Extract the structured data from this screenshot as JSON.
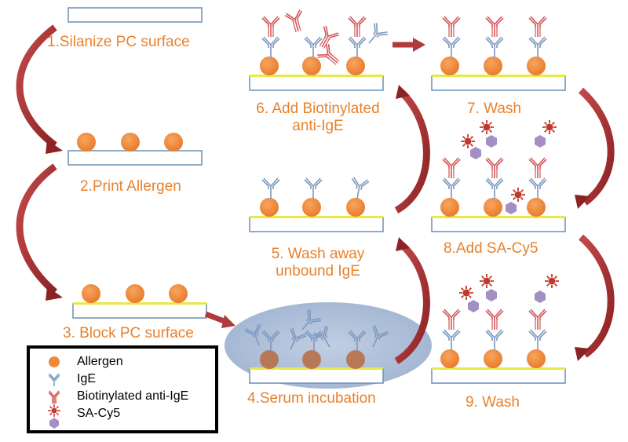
{
  "steps": {
    "s1": "1.Silanize PC surface",
    "s2": "2.Print Allergen",
    "s3": "3. Block PC surface",
    "s4": "4.Serum incubation",
    "s5_line1": "5. Wash away",
    "s5_line2": "unbound IgE",
    "s6_line1": "6. Add Biotinylated",
    "s6_line2": "anti-IgE",
    "s7": "7. Wash",
    "s8": "8.Add SA-Cy5",
    "s9": "9. Wash"
  },
  "legend": {
    "allergen": "Allergen",
    "ige": "IgE",
    "anti_ige": "Biotinylated anti-IgE",
    "sa_cy5": "SA-Cy5"
  },
  "colors": {
    "label": "#e8822c",
    "allergen": "#f08a3a",
    "ige": "#8fa9cc",
    "anti_ige": "#d4575a",
    "cy5": "#c0392b",
    "sa": "#a48fc4",
    "arrow": "#a02d2f",
    "slide_border": "#6b8fb8",
    "blocking_layer": "#e8e84a",
    "serum": "#8fa6c8"
  },
  "icons": [
    "allergen-icon",
    "ige-icon",
    "anti-ige-icon",
    "cy5-icon",
    "sa-icon",
    "curved-arrow-icon"
  ]
}
